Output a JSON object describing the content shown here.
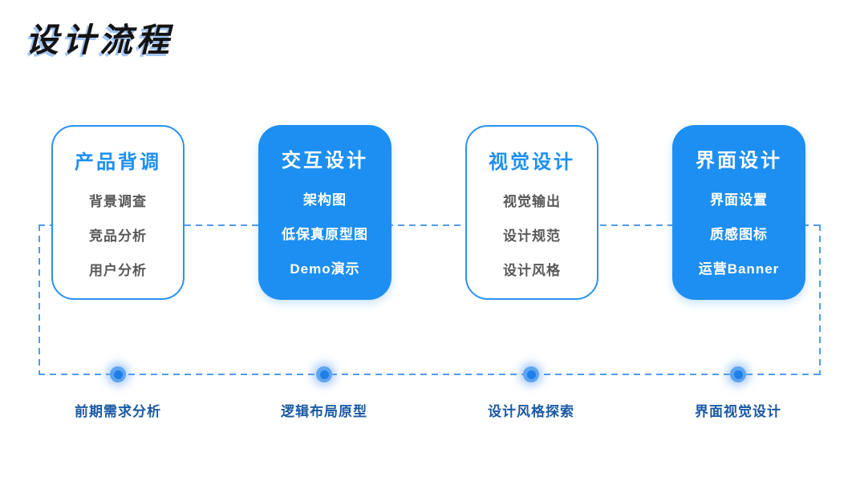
{
  "page_title": "设计流程",
  "colors": {
    "accent_blue": "#1E8FF2",
    "outline_border": "#2B91F4",
    "dash_line": "#4F9BF0",
    "item_text_gray": "#595959",
    "milestone_label_blue": "#1A5AA5",
    "title_shadow_blue": "#A3C6F4",
    "dot_core": "#1E7FE9",
    "dot_ring": "#5EA4F0"
  },
  "stages": [
    {
      "title": "产品背调",
      "style": "outline",
      "items": [
        "背景调查",
        "竞品分析",
        "用户分析"
      ]
    },
    {
      "title": "交互设计",
      "style": "filled",
      "items": [
        "架构图",
        "低保真原型图",
        "Demo演示"
      ]
    },
    {
      "title": "视觉设计",
      "style": "outline",
      "items": [
        "视觉输出",
        "设计规范",
        "设计风格"
      ]
    },
    {
      "title": "界面设计",
      "style": "filled",
      "items": [
        "界面设置",
        "质感图标",
        "运营Banner"
      ]
    }
  ],
  "milestones": [
    {
      "label": "前期需求分析"
    },
    {
      "label": "逻辑布局原型"
    },
    {
      "label": "设计风格探索"
    },
    {
      "label": "界面视觉设计"
    }
  ]
}
